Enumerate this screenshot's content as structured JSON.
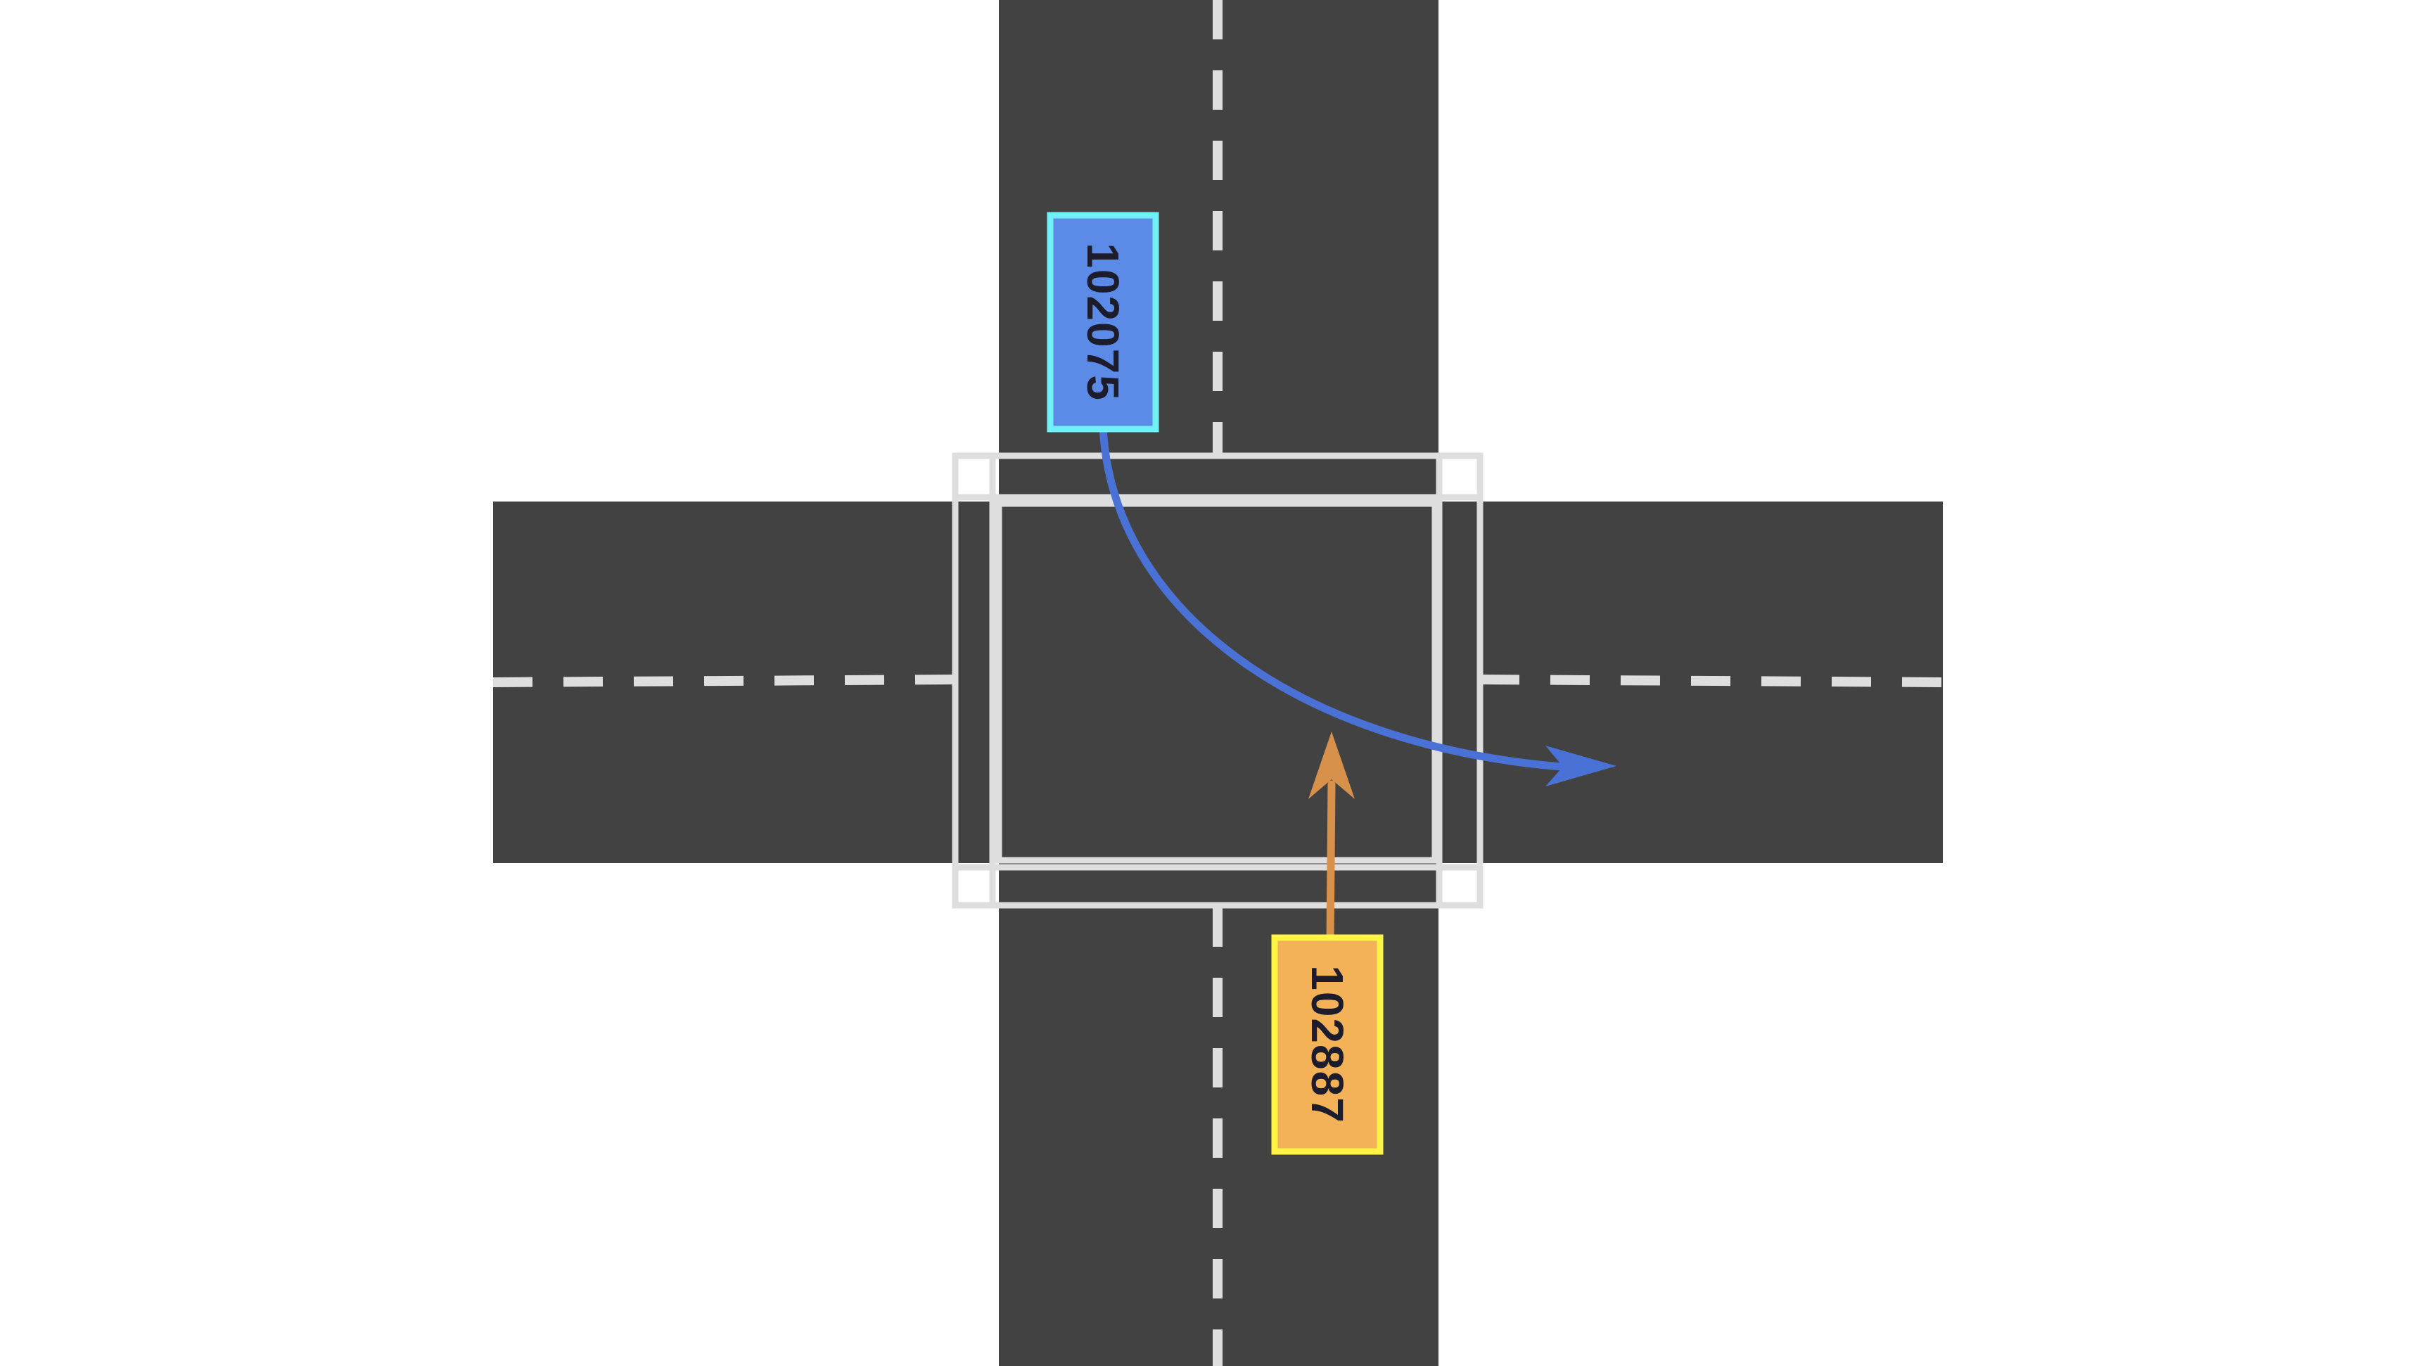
{
  "scene": {
    "colors": {
      "background": "#ffffff",
      "road": "#424242",
      "lane_marking": "#dedede",
      "crosswalk": "#dedede"
    }
  },
  "vehicles": [
    {
      "id": "102075",
      "fill": "#5b8be6",
      "border": "#6ff1f7",
      "heading": "southbound",
      "maneuver": "left-turn",
      "path_color": "#4a72d6",
      "text_color": "#1c1c2c"
    },
    {
      "id": "102887",
      "fill": "#f3b158",
      "border": "#fdf446",
      "heading": "northbound",
      "maneuver": "straight",
      "path_color": "#d8914a",
      "text_color": "#1c1c2c"
    }
  ]
}
